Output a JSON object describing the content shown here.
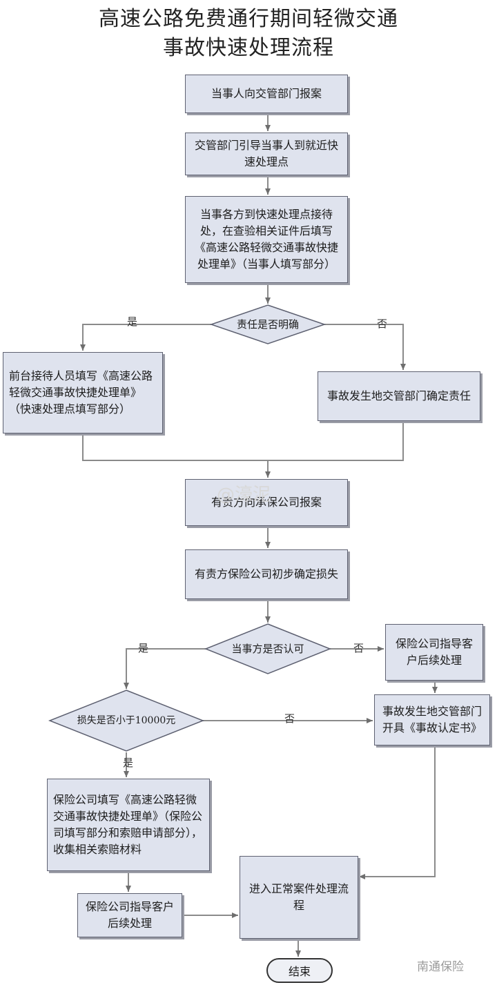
{
  "title": {
    "line1": "高速公路免费通行期间轻微交通",
    "line2": "事故快速处理流程"
  },
  "steps": {
    "report_police": "当事人向交管部门报案",
    "guide_point": "交管部门引导当事人到就近快速处理点",
    "fill_form": "当事各方到快速处理点接待处，在查验相关证件后填写《高速公路轻微交通事故快捷处理单》（当事人填写部分）",
    "decision_liability": "责任是否明确",
    "front_desk": "前台接待人员填写《高速公路轻微交通事故快捷处理单》（快速处理点填写部分）",
    "police_determine": "事故发生地交管部门确定责任",
    "report_insurer": "有责方向承保公司报案",
    "confirm_loss": "有责方保险公司初步确定损失",
    "decision_agree": "当事方是否认可",
    "insurer_guide_right": "保险公司指导客户后续处理",
    "decision_loss": "损失是否小于10000元",
    "police_issue": "事故发生地交管部门开具《事故认定书》",
    "insurer_fill": "保险公司填写《高速公路轻微交通事故快捷处理单》（保险公司填写部分和索赔申请部分），收集相关索赔材料",
    "insurer_guide_bottom": "保险公司指导客户后续处理",
    "normal_process": "进入正常案件处理流程",
    "end": "结束"
  },
  "edge_labels": {
    "yes": "是",
    "no": "否"
  },
  "watermarks": {
    "center": "@濠泥",
    "corner": "南通保险"
  },
  "colors": {
    "box_fill": "#dfe3ee",
    "box_border": "#5d6070",
    "line": "#8a8a8a"
  }
}
